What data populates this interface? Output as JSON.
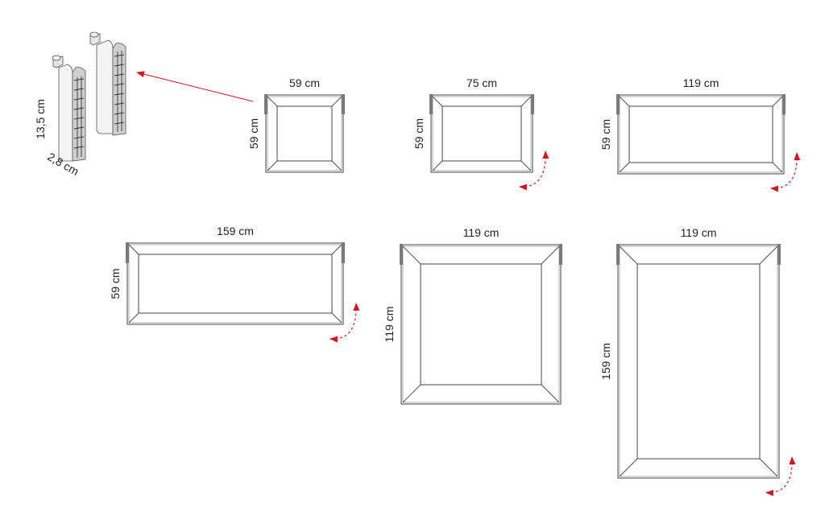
{
  "profile": {
    "height_label": "13,5 cm",
    "depth_label": "2,8 cm"
  },
  "frames": [
    {
      "id": "frame-59x59",
      "width_label": "59 cm",
      "height_label": "59 cm",
      "rotate_arrow": false
    },
    {
      "id": "frame-75x59",
      "width_label": "75 cm",
      "height_label": "59 cm",
      "rotate_arrow": true
    },
    {
      "id": "frame-119x59",
      "width_label": "119 cm",
      "height_label": "59 cm",
      "rotate_arrow": true
    },
    {
      "id": "frame-159x59",
      "width_label": "159 cm",
      "height_label": "59 cm",
      "rotate_arrow": true
    },
    {
      "id": "frame-119x119",
      "width_label": "119 cm",
      "height_label": "119 cm",
      "rotate_arrow": false
    },
    {
      "id": "frame-119x159",
      "width_label": "119 cm",
      "height_label": "159 cm",
      "rotate_arrow": true
    }
  ],
  "colors": {
    "line": "#444444",
    "cap": "#7a7a7a",
    "accent": "#d0161e"
  }
}
